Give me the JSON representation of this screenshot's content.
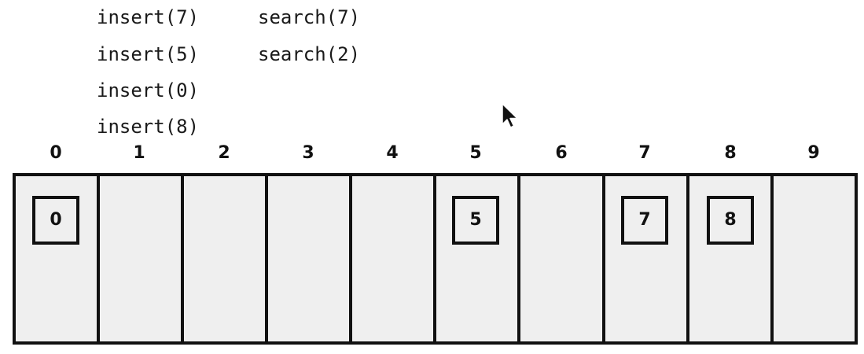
{
  "operations": {
    "inserts": [
      "insert(7)",
      "insert(5)",
      "insert(0)",
      "insert(8)"
    ],
    "searches": [
      "search(7)",
      "search(2)"
    ]
  },
  "array": {
    "indices": [
      "0",
      "1",
      "2",
      "3",
      "4",
      "5",
      "6",
      "7",
      "8",
      "9"
    ],
    "stored": [
      {
        "index": 0,
        "value": "0"
      },
      {
        "index": 5,
        "value": "5"
      },
      {
        "index": 7,
        "value": "7"
      },
      {
        "index": 8,
        "value": "8"
      }
    ]
  },
  "colors": {
    "cell_fill": "#efefef",
    "stroke": "#111111"
  }
}
